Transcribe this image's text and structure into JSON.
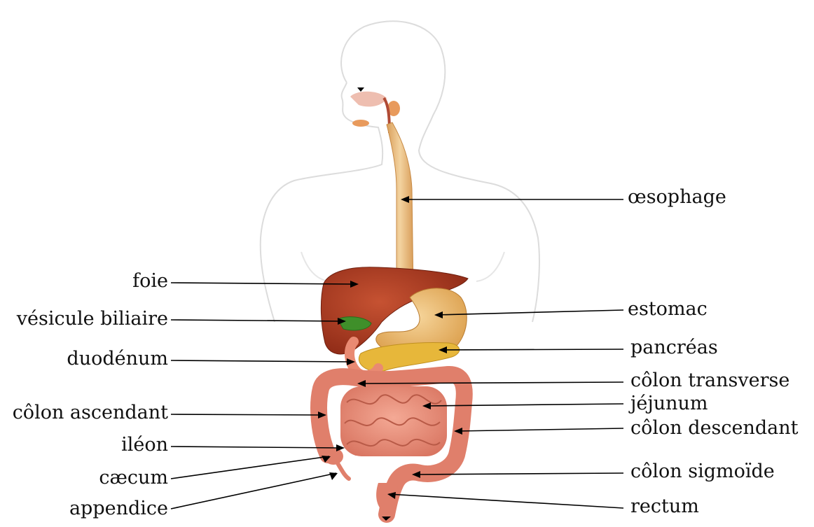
{
  "labels": {
    "oesophage": "œsophage",
    "foie": "foie",
    "vesicule": "vésicule biliaire",
    "estomac": "estomac",
    "duodenum": "duodénum",
    "pancreas": "pancréas",
    "colon_transverse": "côlon transverse",
    "colon_ascendant": "côlon ascendant",
    "jejunum": "jéjunum",
    "colon_descendant": "côlon descendant",
    "ileon": "iléon",
    "caecum": "cæcum",
    "colon_sigmoide": "côlon sigmoïde",
    "appendice": "appendice",
    "rectum": "rectum"
  },
  "colors": {
    "body_outline": "#dcdcdc",
    "oesophagus": "#e9b97a",
    "liver": "#a8381f",
    "gallbladder": "#3f8f2a",
    "stomach": "#e8b866",
    "pancreas": "#e7b73a",
    "intestine": "#e98a72",
    "colon": "#e07f6b",
    "leader_line": "#000000"
  }
}
